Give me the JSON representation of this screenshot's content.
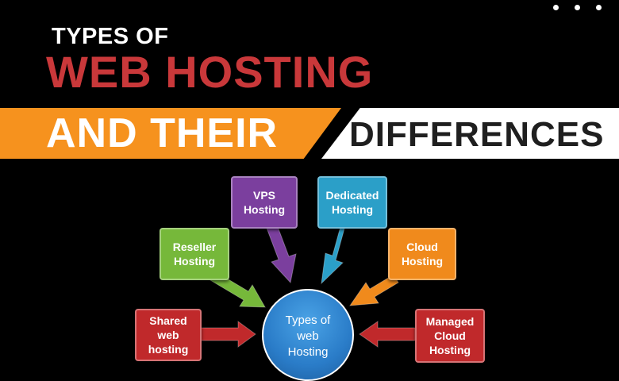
{
  "header": {
    "line1": "TYPES OF",
    "line2": "WEB HOSTING",
    "banner_left": "AND THEIR",
    "banner_right": "DIFFERENCES"
  },
  "colors": {
    "background": "#000000",
    "title_red": "#c9383a",
    "banner_orange": "#f6921e",
    "banner_white": "#ffffff",
    "center_blue": "#2a7cc8"
  },
  "diagram": {
    "center": "Types of\nweb\nHosting",
    "nodes": [
      {
        "key": "shared",
        "label": "Shared\nweb\nhosting",
        "color": "#c0292b"
      },
      {
        "key": "reseller",
        "label": "Reseller\nHosting",
        "color": "#76b83a"
      },
      {
        "key": "vps",
        "label": "VPS\nHosting",
        "color": "#7b3f9e"
      },
      {
        "key": "dedicated",
        "label": "Dedicated\nHosting",
        "color": "#2b9fc8"
      },
      {
        "key": "cloud",
        "label": "Cloud\nHosting",
        "color": "#f08a1c"
      },
      {
        "key": "managed",
        "label": "Managed\nCloud\nHosting",
        "color": "#c0292b"
      }
    ]
  }
}
